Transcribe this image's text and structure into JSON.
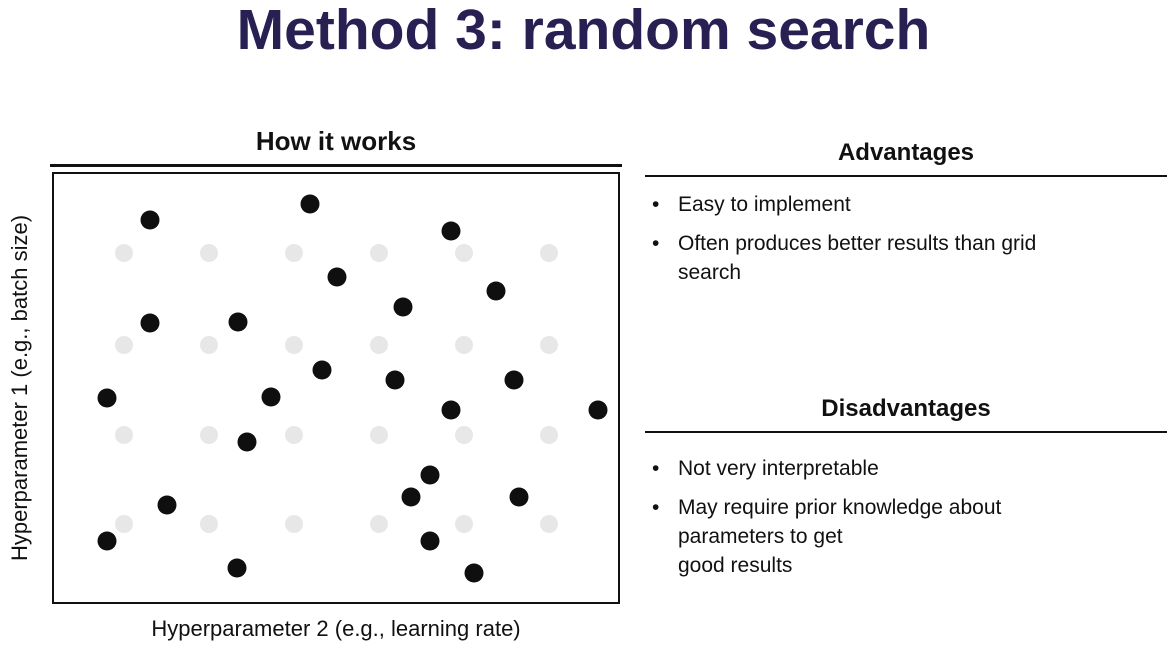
{
  "title": "Method 3: random search",
  "colors": {
    "title_text": "#281f52",
    "body_text": "#111111",
    "sample_dot": "#0f0f0f",
    "grid_dot": "#e7e7e7",
    "rule": "#111111"
  },
  "left_panel": {
    "heading": "How it works",
    "y_axis_label": "Hyperparameter 1 (e.g., batch size)",
    "x_axis_label": "Hyperparameter 2 (e.g., learning rate)"
  },
  "chart_data": {
    "type": "scatter",
    "title": "How it works",
    "xlabel": "Hyperparameter 2 (e.g., learning rate)",
    "ylabel": "Hyperparameter 1 (e.g., batch size)",
    "axes_ticks": false,
    "grid": false,
    "units": "pixels inside plot box, origin top-left",
    "plot_size": [
      564,
      428
    ],
    "series": [
      {
        "name": "grid-search-points-faded",
        "color": "#e7e7e7",
        "r": 9,
        "x_columns": [
          70,
          155,
          240,
          325,
          410,
          495
        ],
        "y_rows": [
          79,
          171,
          261,
          350
        ]
      },
      {
        "name": "random-sample-points",
        "color": "#0f0f0f",
        "r": 9.5,
        "points": [
          [
            96,
            46
          ],
          [
            256,
            30
          ],
          [
            397,
            57
          ],
          [
            283,
            103
          ],
          [
            349,
            133
          ],
          [
            442,
            117
          ],
          [
            96,
            149
          ],
          [
            184,
            148
          ],
          [
            268,
            196
          ],
          [
            341,
            206
          ],
          [
            460,
            206
          ],
          [
            53,
            224
          ],
          [
            217,
            223
          ],
          [
            397,
            236
          ],
          [
            544,
            236
          ],
          [
            193,
            268
          ],
          [
            376,
            301
          ],
          [
            357,
            323
          ],
          [
            465,
            323
          ],
          [
            113,
            331
          ],
          [
            53,
            367
          ],
          [
            376,
            367
          ],
          [
            183,
            394
          ],
          [
            420,
            399
          ]
        ]
      }
    ]
  },
  "advantages": {
    "heading": "Advantages",
    "items": [
      "Easy to implement",
      [
        "Often produces better results than grid",
        "search"
      ]
    ]
  },
  "disadvantages": {
    "heading": "Disadvantages",
    "items": [
      "Not very interpretable",
      [
        "May require prior knowledge about",
        "parameters to get",
        "good results"
      ]
    ]
  }
}
